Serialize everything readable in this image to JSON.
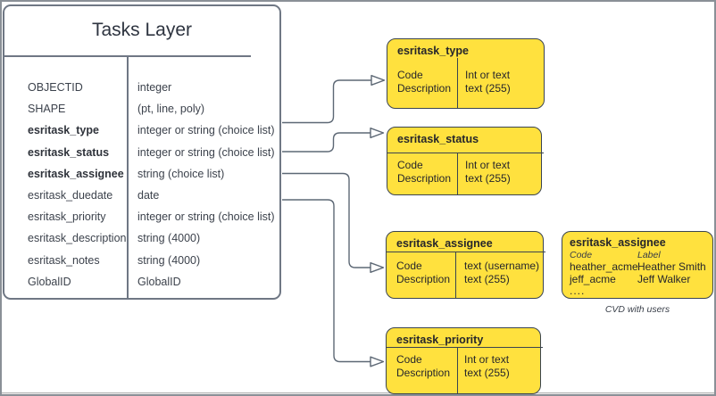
{
  "table": {
    "title": "Tasks Layer",
    "rows": [
      {
        "name": "OBJECTID",
        "type": "integer"
      },
      {
        "name": "SHAPE",
        "type": "(pt, line, poly)"
      },
      {
        "name": "esritask_type",
        "type": "integer or string (choice list)"
      },
      {
        "name": "esritask_status",
        "type": "integer or string (choice list)"
      },
      {
        "name": "esritask_assignee",
        "type": "string (choice list)"
      },
      {
        "name": "esritask_duedate",
        "type": "date"
      },
      {
        "name": "esritask_priority",
        "type": "integer or string (choice list)"
      },
      {
        "name": "esritask_description",
        "type": "string (4000)"
      },
      {
        "name": "esritask_notes",
        "type": "string (4000)"
      },
      {
        "name": "GlobalID",
        "type": "GlobalID"
      }
    ]
  },
  "choice_boxes": {
    "type": {
      "title": "esritask_type",
      "code": "Code",
      "description": "Description",
      "code_type": "Int or text",
      "desc_type": "text (255)"
    },
    "status": {
      "title": "esritask_status",
      "code": "Code",
      "description": "Description",
      "code_type": "Int or text",
      "desc_type": "text (255)"
    },
    "assignee": {
      "title": "esritask_assignee",
      "code": "Code",
      "description": "Description",
      "code_type": "text (username)",
      "desc_type": "text (255)"
    },
    "priority": {
      "title": "esritask_priority",
      "code": "Code",
      "description": "Description",
      "code_type": "Int or text",
      "desc_type": "text (255)"
    }
  },
  "cvd": {
    "title": "esritask_assignee",
    "code_header": "Code",
    "label_header": "Label",
    "users": [
      {
        "code": "heather_acme",
        "label": "Heather Smith"
      },
      {
        "code": "jeff_acme",
        "label": "Jeff Walker"
      }
    ],
    "more": "....",
    "caption": "CVD with users"
  },
  "colors": {
    "node_fill": "#FFE13E",
    "node_stroke": "#3A4450",
    "table_stroke": "#6F7784",
    "connector": "#5D6875",
    "page_edge": "#B3B3B3"
  }
}
